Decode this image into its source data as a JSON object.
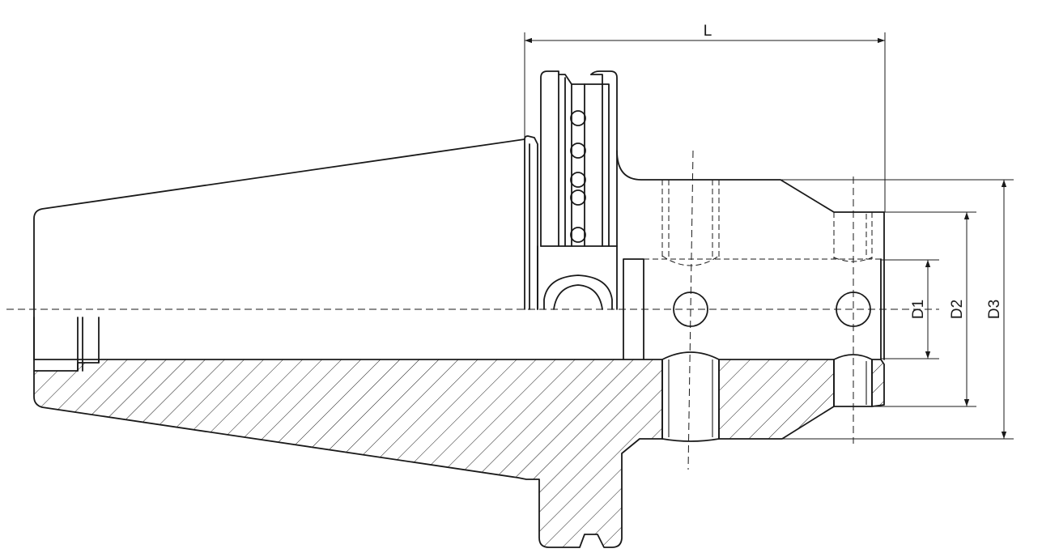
{
  "drawing": {
    "dimensions": {
      "length_label": "L",
      "d1_label": "D1",
      "d2_label": "D2",
      "d3_label": "D3"
    }
  }
}
